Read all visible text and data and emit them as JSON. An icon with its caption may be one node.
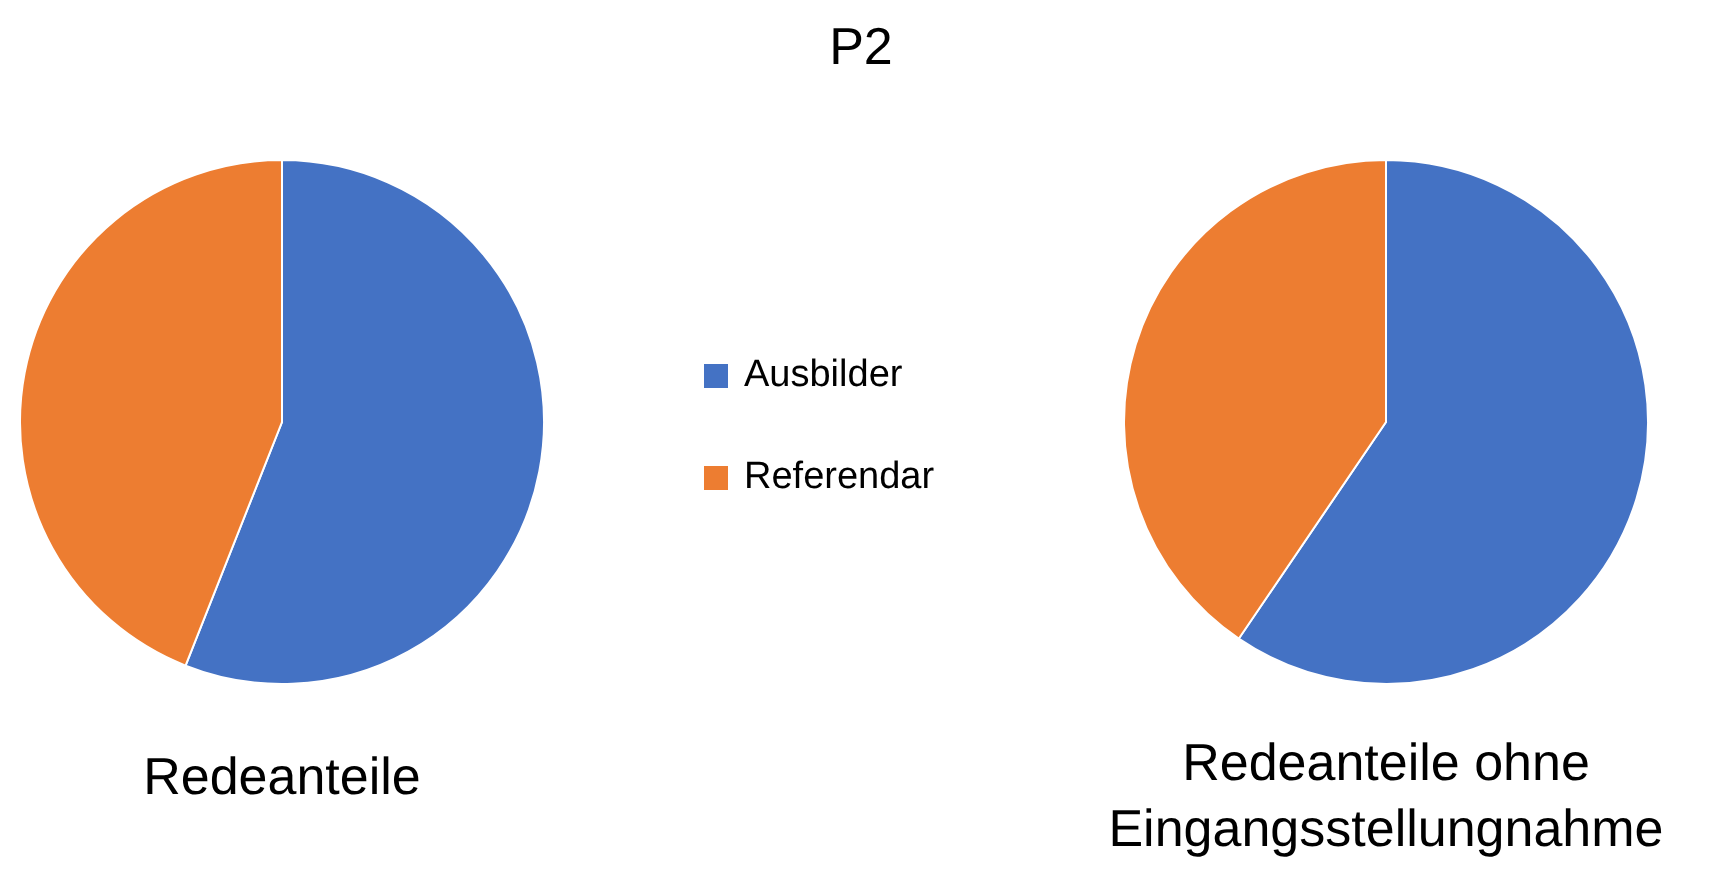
{
  "diagram": {
    "title": "P2",
    "labels": [
      "Redeanteile",
      "Redeanteile ohne Eingangsstellungnahme"
    ],
    "legend": [
      {
        "text": "Ausbilder",
        "color": "#4472c4"
      },
      {
        "text": "Referendar",
        "color": "#ed7d31"
      }
    ]
  }
}
